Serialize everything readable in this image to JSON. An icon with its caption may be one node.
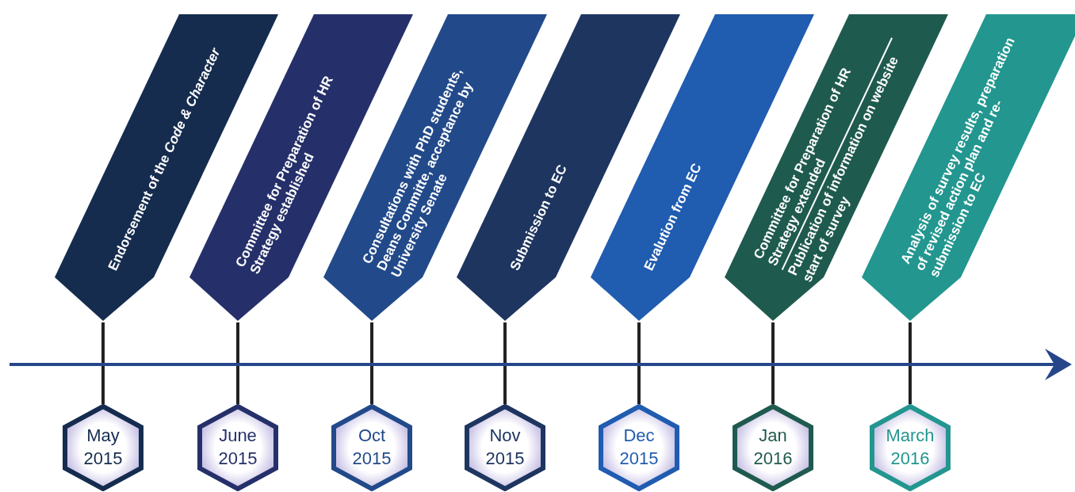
{
  "diagram": {
    "nodes": [
      {
        "text": [
          "Endorsement of the *Code & Character*"
        ]
      },
      {
        "text": [
          "Committee for Preparation of HR Strategy established"
        ]
      },
      {
        "text": [
          "Consultations with PhD students, Deans Committe, acceptance by University Senate"
        ]
      },
      {
        "text": [
          "Submission to EC"
        ]
      },
      {
        "text": [
          "Evalution from EC"
        ]
      },
      {
        "text": [
          "Committee for Preparation of HR Strategy extended",
          "Publication of information on website start of survey"
        ]
      },
      {
        "text": [
          "Analysis of survey results, preparation of revised action plan and re-submission to EC"
        ]
      },
      {
        "text": [
          "May 2015"
        ]
      },
      {
        "text": [
          "June 2015"
        ]
      },
      {
        "text": [
          "Oct 2015"
        ]
      },
      {
        "text": [
          "Nov 2015"
        ]
      },
      {
        "text": [
          "Dec 2015"
        ]
      },
      {
        "text": [
          "Jan 2016"
        ]
      },
      {
        "text": [
          "March 2016"
        ]
      }
    ],
    "edges": [
      {
        "from": 0,
        "to": 7,
        "arrow": "none"
      },
      {
        "from": 1,
        "to": 8,
        "arrow": "none"
      },
      {
        "from": 2,
        "to": 9,
        "arrow": "none"
      },
      {
        "from": 3,
        "to": 10,
        "arrow": "none"
      },
      {
        "from": 4,
        "to": 11,
        "arrow": "none"
      },
      {
        "from": 5,
        "to": 12,
        "arrow": "none"
      },
      {
        "from": 6,
        "to": 13,
        "arrow": "none"
      }
    ]
  }
}
